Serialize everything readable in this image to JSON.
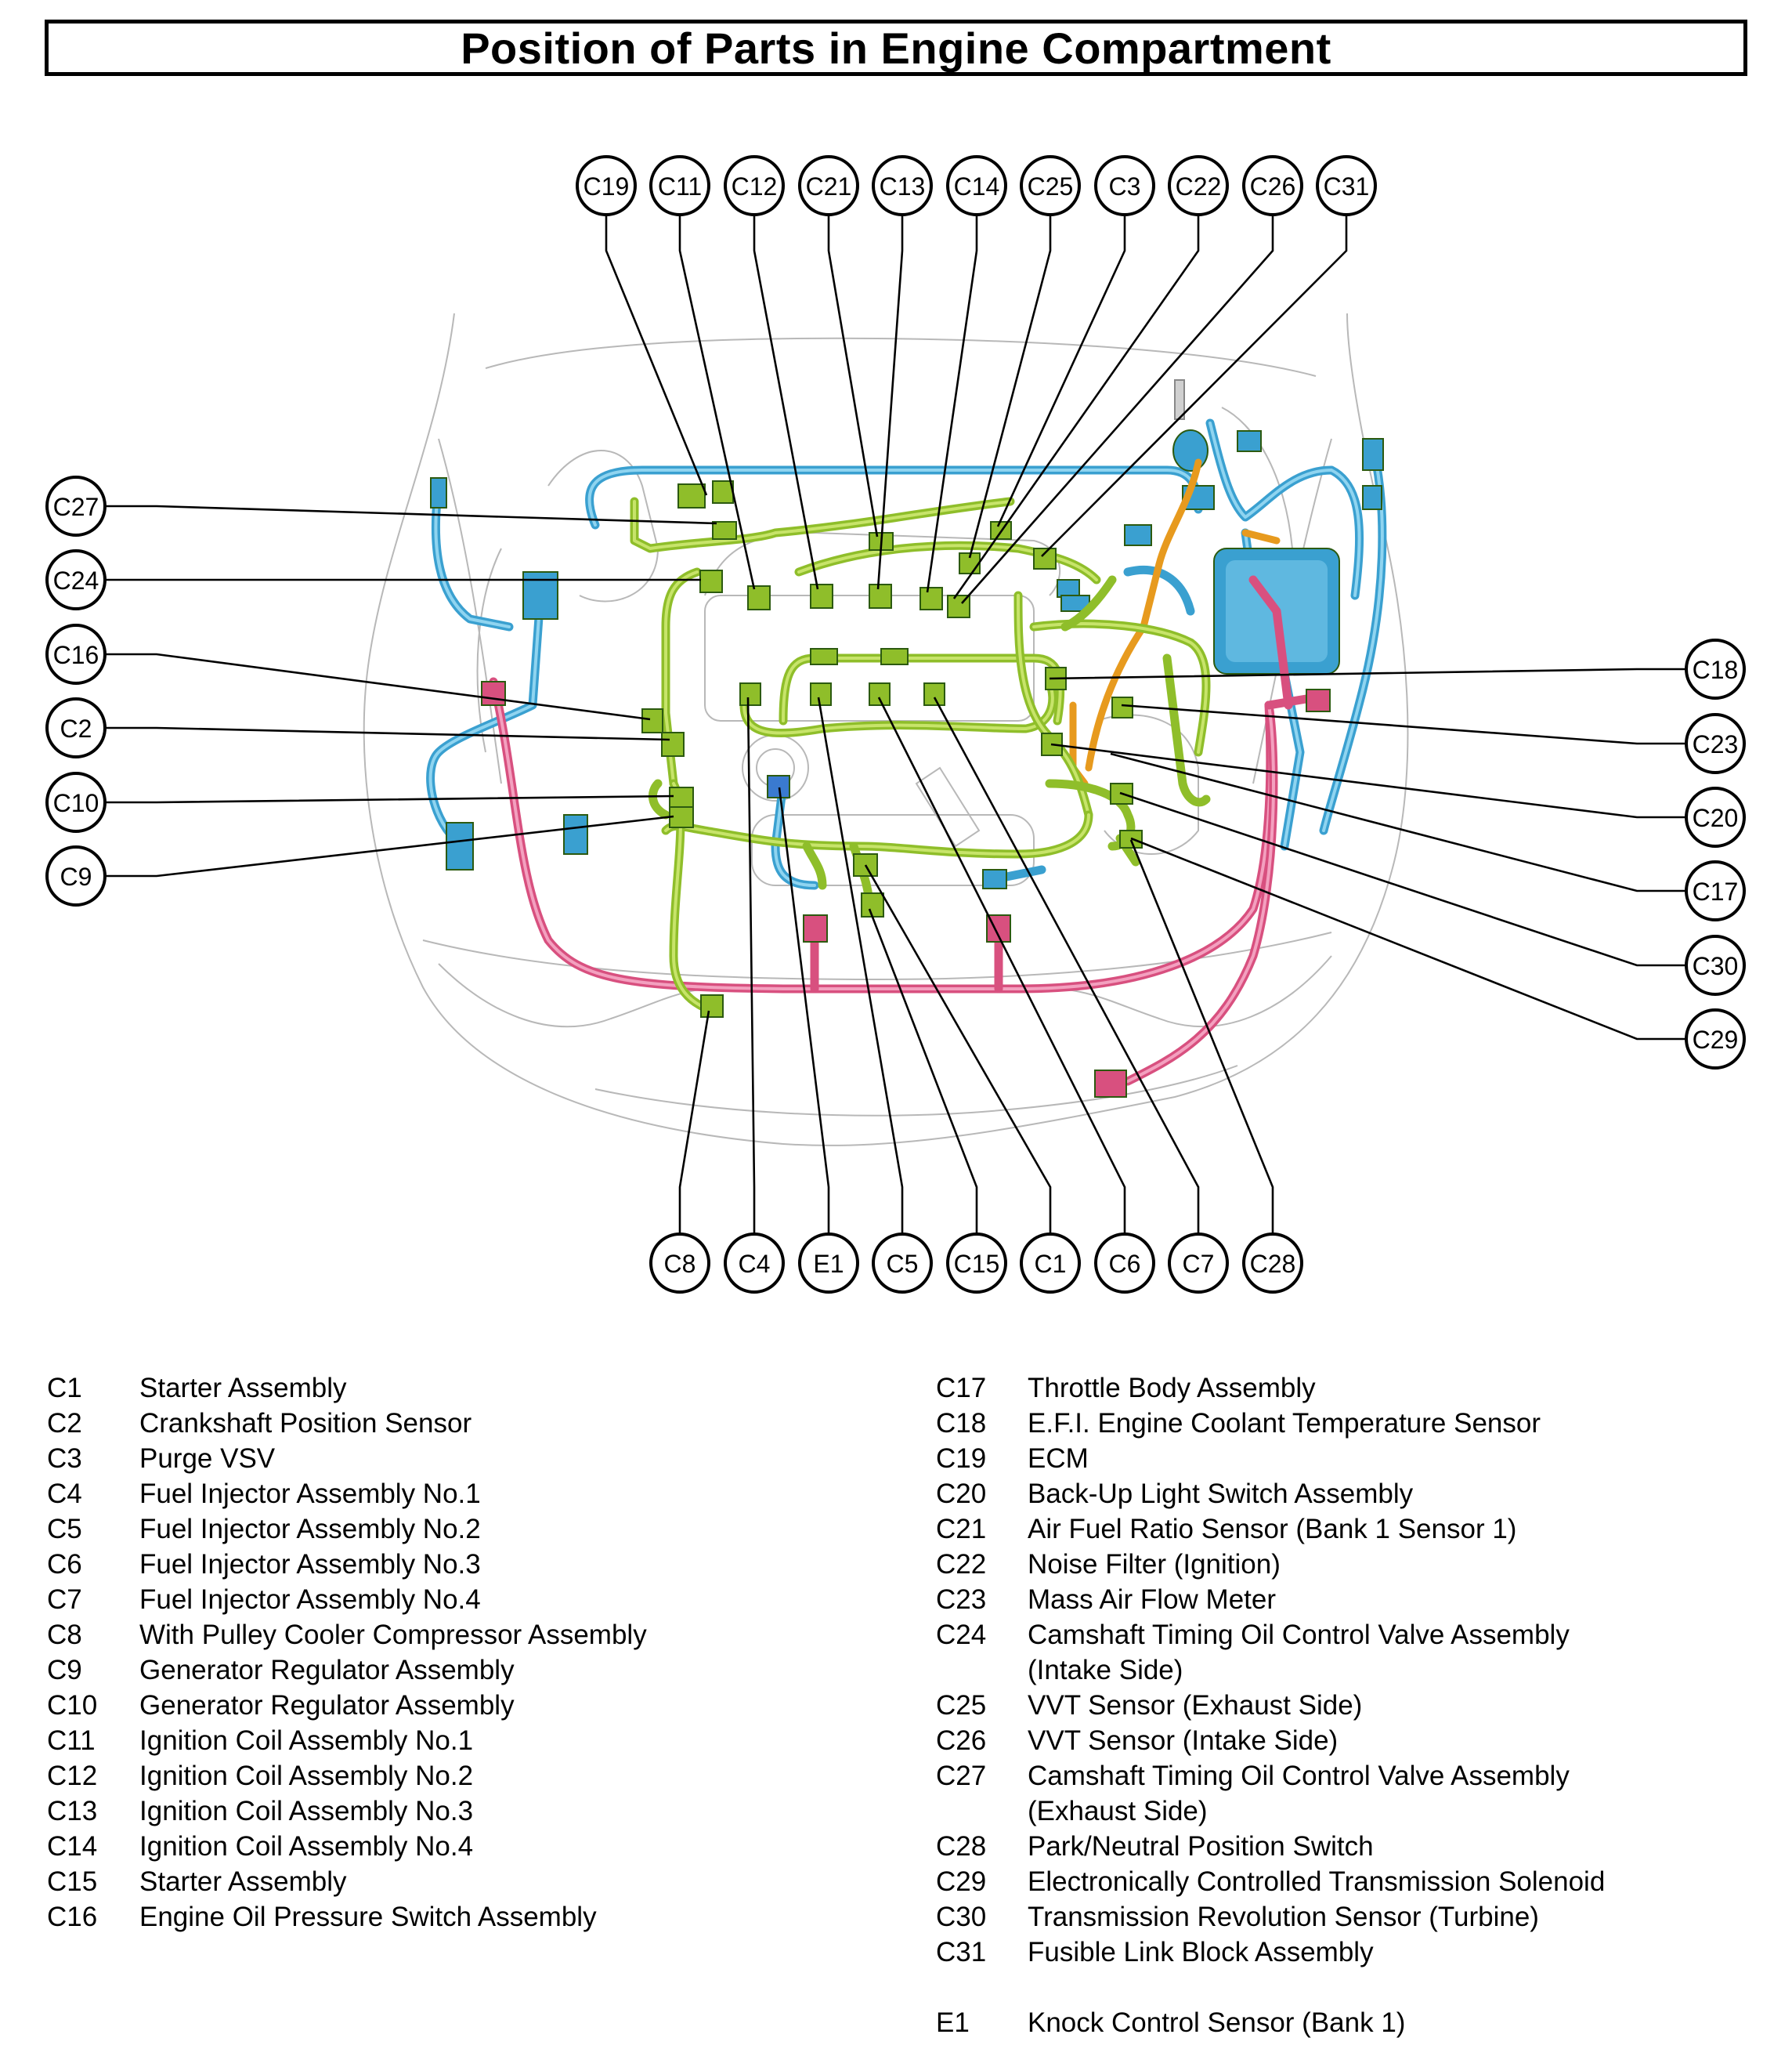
{
  "title": "Position of Parts in Engine Compartment",
  "callouts": {
    "top": [
      "C19",
      "C11",
      "C12",
      "C21",
      "C13",
      "C14",
      "C25",
      "C3",
      "C22",
      "C26",
      "C31"
    ],
    "left": [
      "C27",
      "C24",
      "C16",
      "C2",
      "C10",
      "C9"
    ],
    "right": [
      "C18",
      "C23",
      "C20",
      "C17",
      "C30",
      "C29"
    ],
    "bottom": [
      "C8",
      "C4",
      "E1",
      "C5",
      "C15",
      "C1",
      "C6",
      "C7",
      "C28"
    ]
  },
  "colors": {
    "harness_green": "#8fbe2a",
    "harness_blue": "#3aa0d0",
    "harness_pink": "#d8507f",
    "harness_orange": "#e79a1e",
    "outline_gray": "#b8b8b8"
  },
  "legend_left": [
    {
      "code": "C1",
      "desc": "Starter Assembly"
    },
    {
      "code": "C2",
      "desc": "Crankshaft Position Sensor"
    },
    {
      "code": "C3",
      "desc": "Purge VSV"
    },
    {
      "code": "C4",
      "desc": "Fuel Injector Assembly No.1"
    },
    {
      "code": "C5",
      "desc": "Fuel Injector Assembly No.2"
    },
    {
      "code": "C6",
      "desc": "Fuel Injector Assembly No.3"
    },
    {
      "code": "C7",
      "desc": "Fuel Injector Assembly No.4"
    },
    {
      "code": "C8",
      "desc": "With Pulley Cooler Compressor Assembly"
    },
    {
      "code": "C9",
      "desc": "Generator Regulator Assembly"
    },
    {
      "code": "C10",
      "desc": "Generator Regulator Assembly"
    },
    {
      "code": "C11",
      "desc": "Ignition Coil Assembly No.1"
    },
    {
      "code": "C12",
      "desc": "Ignition Coil Assembly No.2"
    },
    {
      "code": "C13",
      "desc": "Ignition Coil Assembly No.3"
    },
    {
      "code": "C14",
      "desc": "Ignition Coil Assembly No.4"
    },
    {
      "code": "C15",
      "desc": "Starter Assembly"
    },
    {
      "code": "C16",
      "desc": "Engine Oil Pressure Switch Assembly"
    }
  ],
  "legend_right": [
    {
      "code": "C17",
      "desc": "Throttle Body Assembly"
    },
    {
      "code": "C18",
      "desc": "E.F.I. Engine Coolant Temperature Sensor"
    },
    {
      "code": "C19",
      "desc": "ECM"
    },
    {
      "code": "C20",
      "desc": "Back-Up Light Switch Assembly"
    },
    {
      "code": "C21",
      "desc": "Air Fuel Ratio Sensor (Bank 1 Sensor 1)"
    },
    {
      "code": "C22",
      "desc": "Noise Filter (Ignition)"
    },
    {
      "code": "C23",
      "desc": "Mass Air Flow Meter"
    },
    {
      "code": "C24",
      "desc": "Camshaft Timing Oil Control Valve Assembly"
    },
    {
      "code": "",
      "desc": "(Intake Side)"
    },
    {
      "code": "C25",
      "desc": "VVT Sensor (Exhaust Side)"
    },
    {
      "code": "C26",
      "desc": "VVT Sensor (Intake Side)"
    },
    {
      "code": "C27",
      "desc": "Camshaft Timing Oil Control Valve Assembly"
    },
    {
      "code": "",
      "desc": "(Exhaust Side)"
    },
    {
      "code": "C28",
      "desc": "Park/Neutral Position Switch"
    },
    {
      "code": "C29",
      "desc": "Electronically Controlled Transmission Solenoid"
    },
    {
      "code": "C30",
      "desc": "Transmission Revolution Sensor (Turbine)"
    },
    {
      "code": "C31",
      "desc": "Fusible Link Block Assembly"
    },
    {
      "code": "",
      "desc": ""
    },
    {
      "code": "E1",
      "desc": "Knock Control Sensor (Bank 1)"
    }
  ]
}
